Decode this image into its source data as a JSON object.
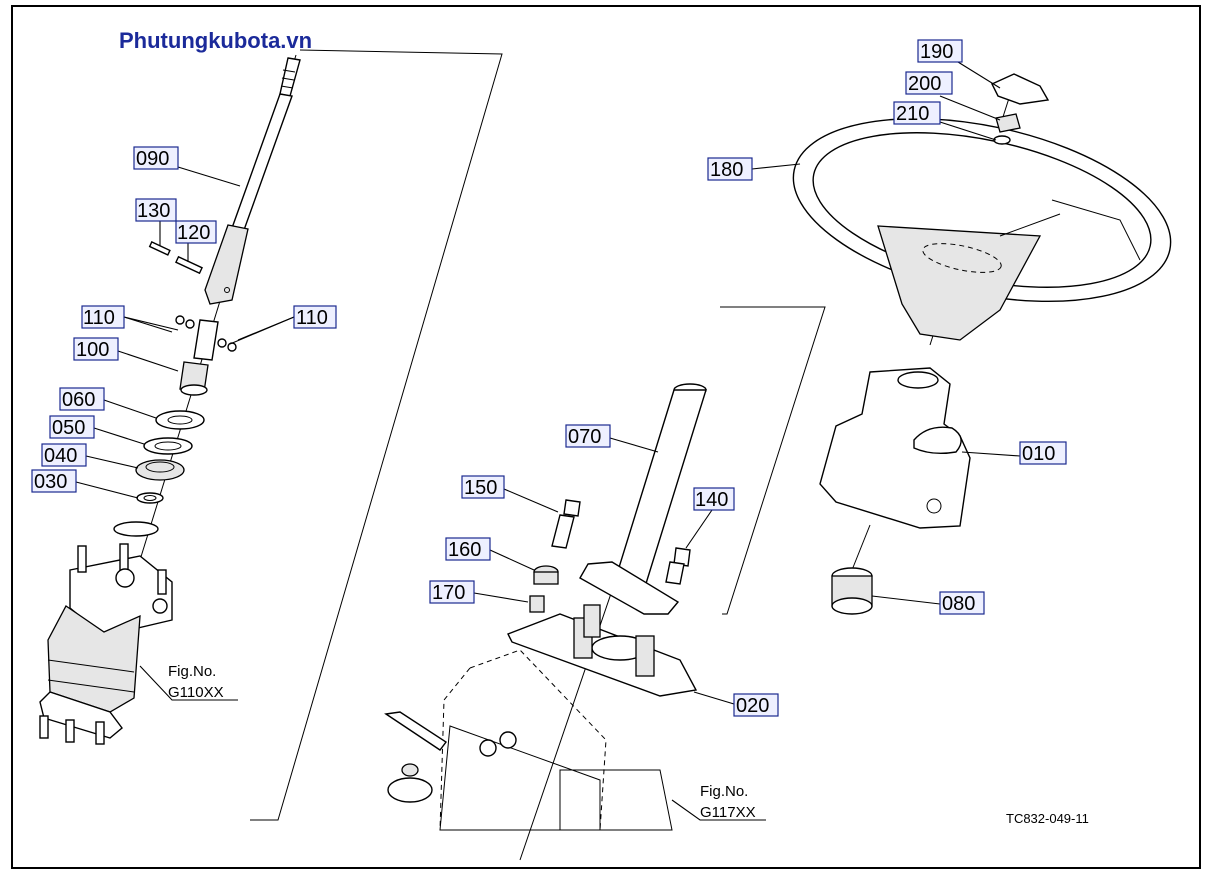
{
  "watermark": "Phutungkubota.vn",
  "drawing_code": "TC832-049-11",
  "callouts": {
    "p010": "010",
    "p020": "020",
    "p030": "030",
    "p040": "040",
    "p050": "050",
    "p060": "060",
    "p070": "070",
    "p080": "080",
    "p090": "090",
    "p100": "100",
    "p110a": "110",
    "p110b": "110",
    "p120": "120",
    "p130": "130",
    "p140": "140",
    "p150": "150",
    "p160": "160",
    "p170": "170",
    "p180": "180",
    "p190": "190",
    "p200": "200",
    "p210": "210"
  },
  "refs": {
    "g110_label": "Fig.No.",
    "g110_code": "G110XX",
    "g117_label": "Fig.No.",
    "g117_code": "G117XX"
  },
  "colors": {
    "callout_fill": "#eef0ff",
    "callout_border": "#1b2a8f",
    "watermark": "#1b2a9a"
  }
}
